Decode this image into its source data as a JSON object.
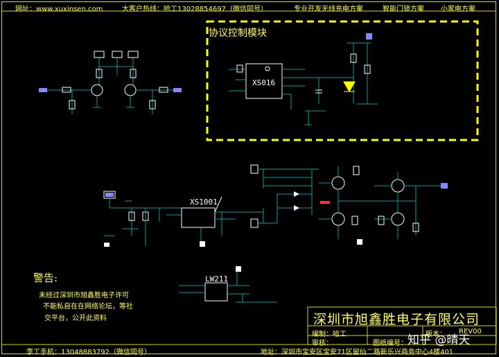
{
  "header": {
    "website": "网址：www.xuxinsen.com",
    "hotline": "大客户热线：哈工13028854697（微信同号）",
    "slogan_1": "专业开发无线充电方案",
    "slogan_2": "智能门锁方案",
    "slogan_3": "小家电方案"
  },
  "footer": {
    "phone": "李工手机：13048883792（微信同号）",
    "address": "地址：深圳市宝安区宝安71区留仙二路新乐兴商务中心4楼401"
  },
  "protocol_block": {
    "title": "协议控制模块",
    "chip_label": "XS016"
  },
  "chips": {
    "xs1001": "XS1001",
    "lw211": "LW211"
  },
  "warning": {
    "title": "警告:",
    "line_1": "未经过深圳市旭鑫胜电子许可",
    "line_2": "不能私自在在网络论坛，等社",
    "line_3": "交平台，公开此资料"
  },
  "title_block": {
    "company": "深圳市旭鑫胜电子有限公司",
    "drafter_label": "编制：哈工",
    "reviewer_label": "审核：",
    "drawing_no_label": "图纸编号：",
    "version_label": "版本：",
    "version_value": "REV00"
  },
  "watermark": {
    "text": "知乎 @晴天"
  },
  "colors": {
    "background": "#000000",
    "frame": "#d9d900",
    "dashed_box": "#ffff00",
    "wires": "#00a0a0",
    "components": "#ffffff",
    "text": "#ffff66"
  }
}
